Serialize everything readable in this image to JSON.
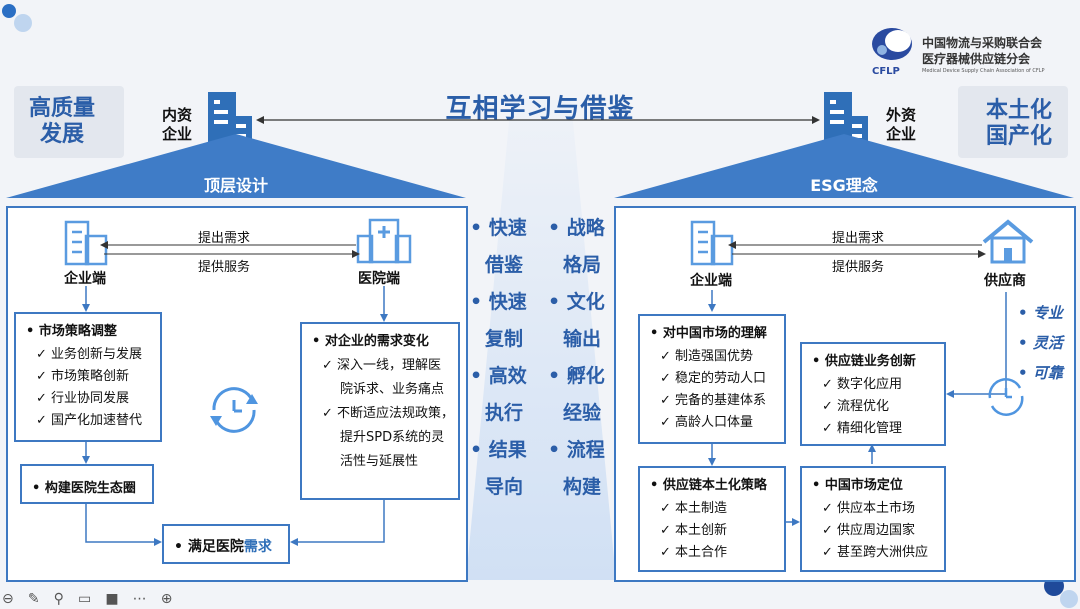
{
  "title": "互相学习与借鉴",
  "logo": {
    "cn1": "中国物流与采购联合会",
    "cn2": "医疗器械供应链分会",
    "abbr": "CFLP",
    "en": "Medical Device Supply Chain Association of CFLP"
  },
  "left_corner": {
    "l1": "高质量",
    "l2": "发展"
  },
  "right_corner": {
    "l1": "本土化",
    "l2": "国产化"
  },
  "domestic": {
    "l1": "内资",
    "l2": "企业"
  },
  "foreign": {
    "l1": "外资",
    "l2": "企业"
  },
  "left_banner": "顶层设计",
  "right_banner": "ESG理念",
  "left_panel": {
    "enterprise": "企业端",
    "hospital": "医院端",
    "demand": "提出需求",
    "service": "提供服务",
    "market": {
      "title": "市场策略调整",
      "items": [
        "业务创新与发展",
        "市场策略创新",
        "行业协同发展",
        "国产化加速替代"
      ]
    },
    "eco": {
      "title": "构建医院生态圈"
    },
    "change": {
      "title": "对企业的需求变化",
      "items": [
        "深入一线，理解医",
        "院诉求、业务痛点",
        "不断适应法规政策，",
        "提升SPD系统的灵",
        "活性与延展性"
      ]
    },
    "satisfy": {
      "pre": "满足医院",
      "post": "需求"
    }
  },
  "right_panel": {
    "enterprise": "企业端",
    "supplier": "供应商",
    "demand": "提出需求",
    "service": "提供服务",
    "traits": [
      "专业",
      "灵活",
      "可靠"
    ],
    "understand": {
      "title": "对中国市场的理解",
      "items": [
        "制造强国优势",
        "稳定的劳动人口",
        "完备的基建体系",
        "高龄人口体量"
      ]
    },
    "localize": {
      "title": "供应链本土化策略",
      "items": [
        "本土制造",
        "本土创新",
        "本土合作"
      ]
    },
    "innovate": {
      "title": "供应链业务创新",
      "items": [
        "数字化应用",
        "流程优化",
        "精细化管理"
      ]
    },
    "position": {
      "title": "中国市场定位",
      "items": [
        "供应本土市场",
        "供应周边国家",
        "甚至跨大洲供应"
      ]
    }
  },
  "middle_col1": [
    "快速",
    "借鉴",
    "快速",
    "复制",
    "高效",
    "执行",
    "结果",
    "导向"
  ],
  "middle_col2": [
    "战略",
    "格局",
    "文化",
    "输出",
    "孵化",
    "经验",
    "流程",
    "构建"
  ],
  "colors": {
    "accent": "#2b5ea8",
    "border": "#3d78c2",
    "banner": "#2f6fb8"
  }
}
